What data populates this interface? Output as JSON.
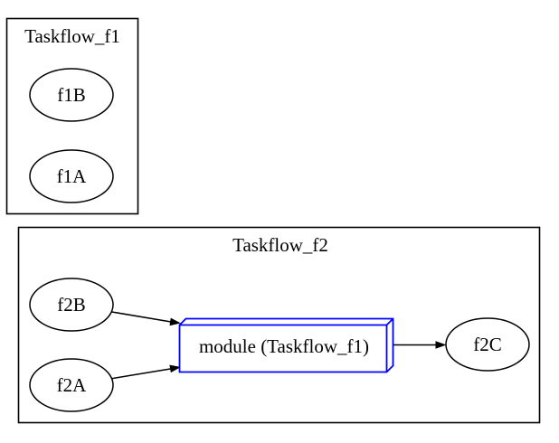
{
  "diagram": {
    "clusters": {
      "f1": {
        "label": "Taskflow_f1"
      },
      "f2": {
        "label": "Taskflow_f2"
      }
    },
    "nodes": {
      "f1B": {
        "label": "f1B",
        "shape": "ellipse"
      },
      "f1A": {
        "label": "f1A",
        "shape": "ellipse"
      },
      "f2B": {
        "label": "f2B",
        "shape": "ellipse"
      },
      "f2A": {
        "label": "f2A",
        "shape": "ellipse"
      },
      "module": {
        "label": "module (Taskflow_f1)",
        "shape": "box3d",
        "border_color": "#0000ff"
      },
      "f2C": {
        "label": "f2C",
        "shape": "ellipse"
      }
    },
    "edges": [
      {
        "from": "f2B",
        "to": "module (Taskflow_f1)"
      },
      {
        "from": "f2A",
        "to": "module (Taskflow_f1)"
      },
      {
        "from": "module (Taskflow_f1)",
        "to": "f2C"
      }
    ],
    "colors": {
      "background": "#ffffff",
      "node_border": "#000000",
      "edge": "#000000",
      "text": "#000000",
      "module_border": "#0000ff"
    }
  }
}
